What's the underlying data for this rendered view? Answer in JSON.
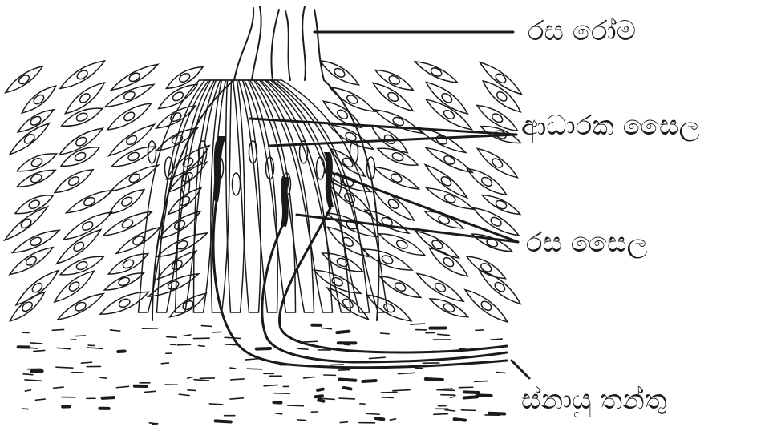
{
  "labels": {
    "taste_hair": "රස රෝම",
    "supporting_cells": "ආධාරක සෛල",
    "gustatory_cells": "රස සෛල",
    "nerve_fibres": "ස්නායු තන්තු"
  },
  "colors": {
    "ink": "#1a1a1a",
    "background": "#ffffff"
  }
}
